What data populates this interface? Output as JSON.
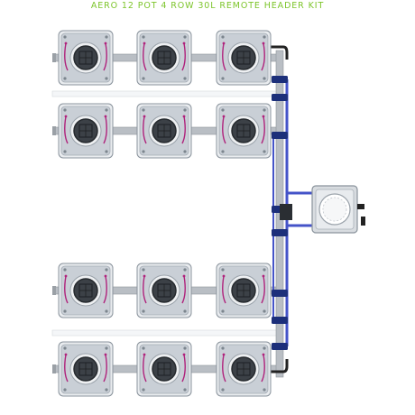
{
  "title": "AERO 12 POT 4 ROW 30L REMOTE HEADER KIT",
  "colors": {
    "title": "#7dc52b",
    "pot_body": "#c9cfd6",
    "pot_edge": "#8a939c",
    "pot_shadow": "#e9ecef",
    "basket": "#3c4147",
    "basket_rim": "#262a2e",
    "hose": "#b0227c",
    "pipe": "#b9bec4",
    "blue_line": "#4453c8",
    "fitting": "#1c2f7a",
    "reservoir_body": "#d8dce0"
  },
  "layout": {
    "rows": 4,
    "pots_per_row": 3,
    "remote_header": true
  },
  "icons": [
    "pot-icon",
    "reservoir-icon",
    "hose-icon",
    "pipe-icon"
  ]
}
